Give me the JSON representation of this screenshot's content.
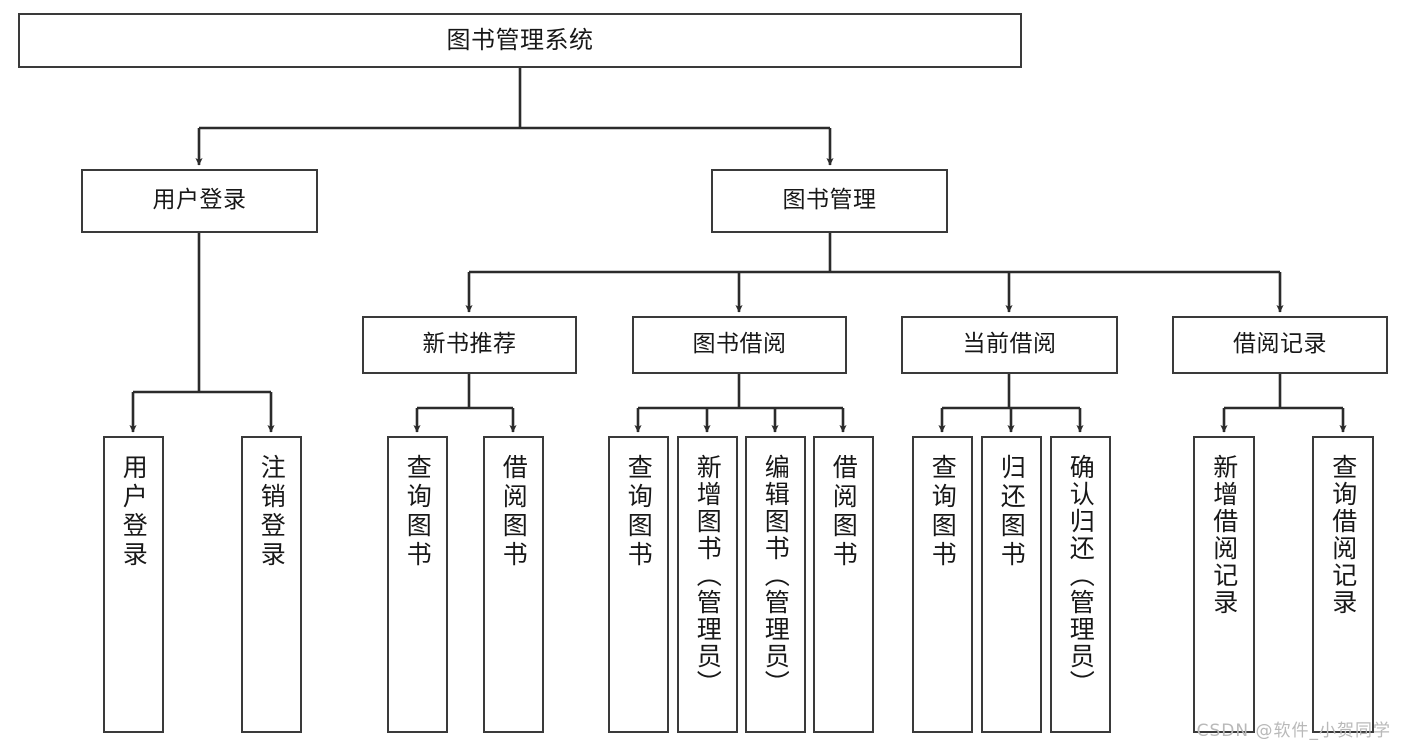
{
  "diagram": {
    "title": "图书管理系统",
    "type": "tree",
    "root": {
      "label": "图书管理系统"
    },
    "level2": [
      {
        "label": "用户登录"
      },
      {
        "label": "图书管理"
      }
    ],
    "level3": [
      {
        "label": "新书推荐"
      },
      {
        "label": "图书借阅"
      },
      {
        "label": "当前借阅"
      },
      {
        "label": "借阅记录"
      }
    ],
    "leaves": {
      "user_login": [
        {
          "label": "用户登录"
        },
        {
          "label": "注销登录"
        }
      ],
      "new_book_recommend": [
        {
          "label": "查询图书"
        },
        {
          "label": "借阅图书"
        }
      ],
      "book_borrow": [
        {
          "label": "查询图书"
        },
        {
          "label": "新增图书（管理员）"
        },
        {
          "label": "编辑图书（管理员）"
        },
        {
          "label": "借阅图书"
        }
      ],
      "current_borrow": [
        {
          "label": "查询图书"
        },
        {
          "label": "归还图书"
        },
        {
          "label": "确认归还（管理员）"
        }
      ],
      "borrow_record": [
        {
          "label": "新增借阅记录"
        },
        {
          "label": "查询借阅记录"
        }
      ]
    }
  },
  "watermark": {
    "text": "CSDN @软件_小贺同学"
  },
  "colors": {
    "box_border": "#3a3a3a",
    "connector": "#2b2b2b",
    "background": "#ffffff",
    "text": "#181818",
    "watermark": "#b9b9b9"
  }
}
